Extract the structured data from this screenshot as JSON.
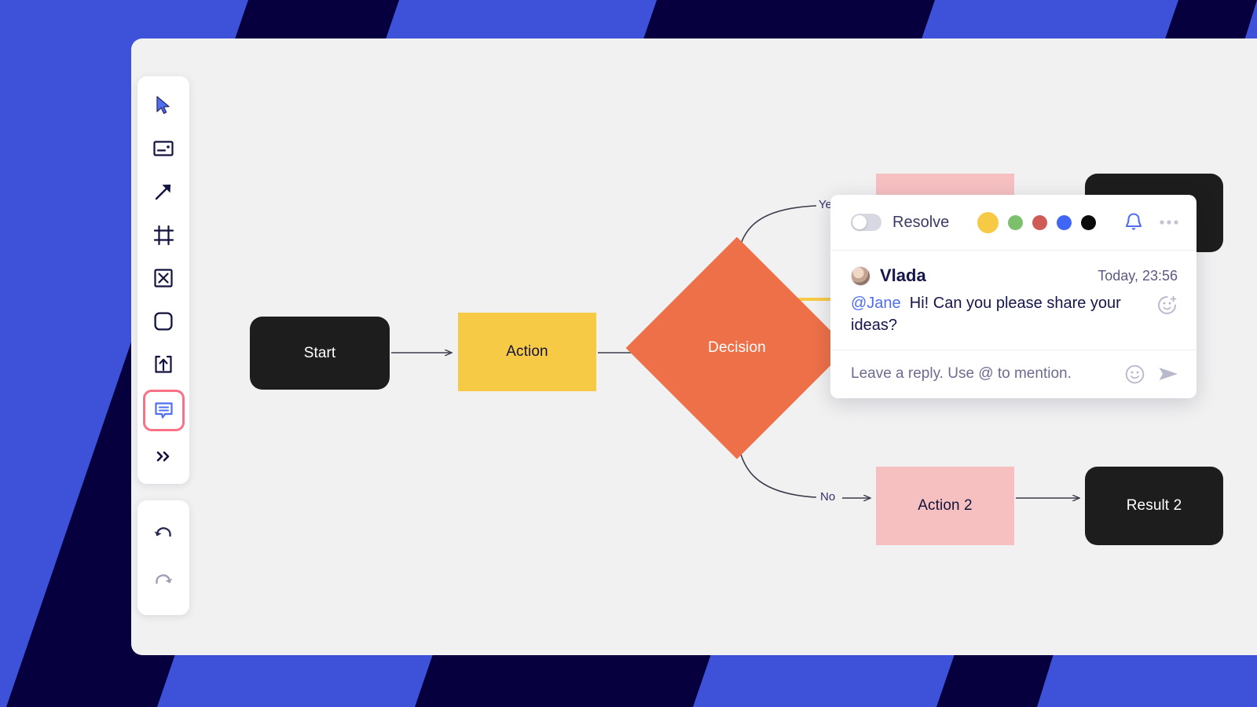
{
  "theme": {
    "background_blue": "#3d51d9",
    "background_navy": "#07003f",
    "canvas": "#f1f1f1",
    "accent_blue": "#4f6ef2",
    "selection_ring": "#fb7185",
    "node_black": "#1d1d1d",
    "node_yellow": "#f7ca45",
    "node_orange": "#ed7048",
    "node_pink": "#f6c0c0"
  },
  "toolbar": {
    "tools": [
      {
        "name": "select-tool",
        "icon": "cursor-arrow-icon",
        "selected": false
      },
      {
        "name": "sticky-note-tool",
        "icon": "card-icon",
        "selected": false
      },
      {
        "name": "connector-tool",
        "icon": "arrow-diagonal-icon",
        "selected": false
      },
      {
        "name": "frame-tool",
        "icon": "frame-icon",
        "selected": false
      },
      {
        "name": "cross-box-tool",
        "icon": "x-square-icon",
        "selected": false
      },
      {
        "name": "shape-tool",
        "icon": "rounded-square-icon",
        "selected": false
      },
      {
        "name": "upload-tool",
        "icon": "upload-box-icon",
        "selected": false
      },
      {
        "name": "comment-tool",
        "icon": "comment-bubble-icon",
        "selected": true
      },
      {
        "name": "more-tools",
        "icon": "chevrons-right-icon",
        "selected": false
      }
    ],
    "history": [
      {
        "name": "undo-button",
        "icon": "undo-arrow-icon",
        "enabled": true
      },
      {
        "name": "redo-button",
        "icon": "redo-arrow-icon",
        "enabled": false
      }
    ]
  },
  "flowchart": {
    "type": "flowchart",
    "nodes": [
      {
        "id": "start",
        "label": "Start",
        "shape": "rounded-rect",
        "color": "#1d1d1d"
      },
      {
        "id": "action",
        "label": "Action",
        "shape": "rect",
        "color": "#f7ca45"
      },
      {
        "id": "decision",
        "label": "Decision",
        "shape": "diamond",
        "color": "#ed7048"
      },
      {
        "id": "action2",
        "label": "Action 2",
        "shape": "rect",
        "color": "#f6c0c0"
      },
      {
        "id": "result2",
        "label": "Result 2",
        "shape": "rounded-rect",
        "color": "#1d1d1d"
      }
    ],
    "edges": [
      {
        "from": "start",
        "to": "action",
        "label": ""
      },
      {
        "from": "action",
        "to": "decision",
        "label": ""
      },
      {
        "from": "decision",
        "to": "action1",
        "label": "Yes"
      },
      {
        "from": "decision",
        "to": "action2",
        "label": "No"
      },
      {
        "from": "action2",
        "to": "result2",
        "label": ""
      }
    ]
  },
  "comment_popup": {
    "resolve_label": "Resolve",
    "resolve_on": false,
    "colors": [
      {
        "name": "yellow",
        "hex": "#f7ca45",
        "selected": true
      },
      {
        "name": "green",
        "hex": "#78c island",
        "selected": false
      },
      {
        "name": "red",
        "hex": "#d9534f",
        "selected": false
      },
      {
        "name": "blue",
        "hex": "#4066f5",
        "selected": false
      },
      {
        "name": "black",
        "hex": "#0b0b0b",
        "selected": false
      }
    ],
    "swatch_hexes": [
      "#f7ca45",
      "#7cc06e",
      "#d05a55",
      "#4066f5",
      "#0b0b0b"
    ],
    "message": {
      "author": "Vlada",
      "time": "Today, 23:56",
      "mention": "@Jane",
      "text": "Hi! Can you please share your ideas?"
    },
    "reply_placeholder": "Leave a reply. Use @ to mention."
  }
}
